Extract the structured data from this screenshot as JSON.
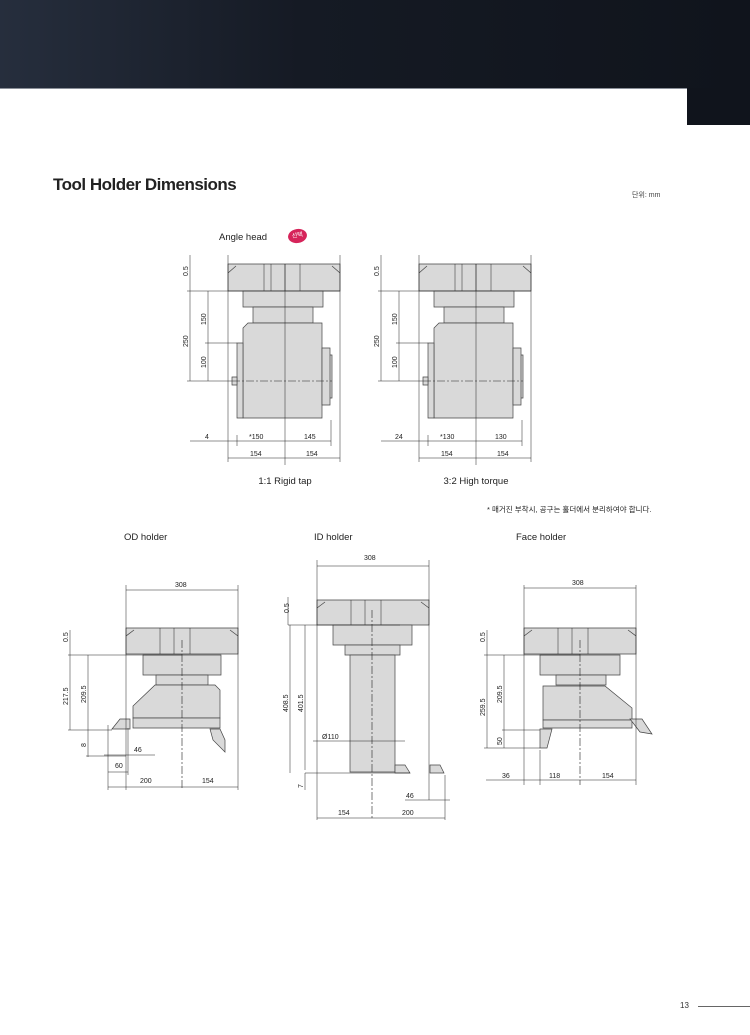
{
  "page": {
    "title": "Tool Holder Dimensions",
    "unit": "단위: mm",
    "page_number": "13"
  },
  "angle_head": {
    "label": "Angle head",
    "badge": "선택",
    "rigid_tap": {
      "caption": "1:1 Rigid tap",
      "dims": {
        "top": "0.5",
        "total": "250",
        "upper": "150",
        "lower": "100",
        "left_offset": "4",
        "left_width": "*150",
        "right_width": "145",
        "half_left": "154",
        "half_right": "154"
      }
    },
    "high_torque": {
      "caption": "3:2 High torque",
      "dims": {
        "top": "0.5",
        "total": "250",
        "upper": "150",
        "lower": "100",
        "left_offset": "24",
        "left_width": "*130",
        "right_width": "130",
        "half_left": "154",
        "half_right": "154"
      }
    },
    "note": "* 매거진 부착시, 공구는 홀더에서 분리하여야 합니다."
  },
  "od_holder": {
    "title": "OD holder",
    "dims": {
      "width": "308",
      "top": "0.5",
      "total": "217.5",
      "body": "209.5",
      "tip": "8",
      "d46": "46",
      "d60": "60",
      "left": "200",
      "right": "154"
    }
  },
  "id_holder": {
    "title": "ID holder",
    "dims": {
      "width": "308",
      "top": "0.5",
      "total": "408.5",
      "body": "401.5",
      "tip": "7",
      "dia": "Ø110",
      "d46": "46",
      "left": "154",
      "right": "200"
    }
  },
  "face_holder": {
    "title": "Face holder",
    "dims": {
      "width": "308",
      "top": "0.5",
      "total": "259.5",
      "body": "209.5",
      "tip": "50",
      "d36": "36",
      "d118": "118",
      "right": "154"
    }
  }
}
